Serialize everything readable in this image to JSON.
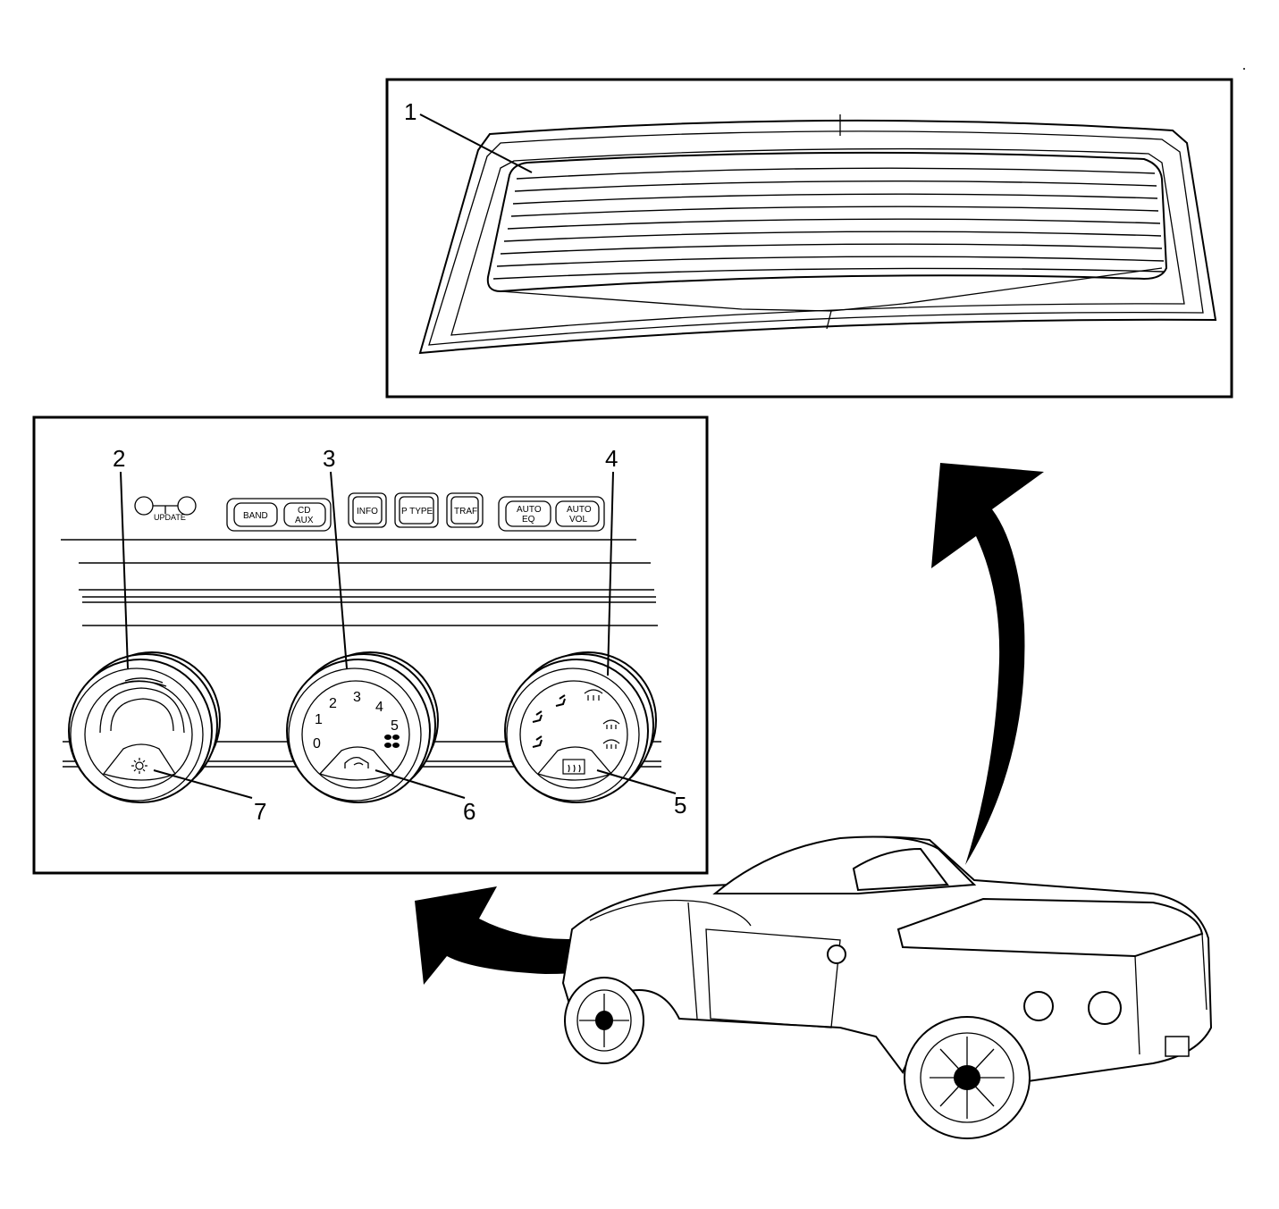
{
  "callouts": {
    "c1": "1",
    "c2": "2",
    "c3": "3",
    "c4": "4",
    "c5": "5",
    "c6": "6",
    "c7": "7"
  },
  "radio_buttons": {
    "update": "UPDATE",
    "band": "BAND",
    "cd_aux_line1": "CD",
    "cd_aux_line2": "AUX",
    "info": "INFO",
    "ptype": "P TYPE",
    "traf": "TRAF",
    "auto_eq_line1": "AUTO",
    "auto_eq_line2": "EQ",
    "auto_vol_line1": "AUTO",
    "auto_vol_line2": "VOL"
  },
  "fan_speeds": [
    "0",
    "1",
    "2",
    "3",
    "4",
    "5"
  ],
  "colors": {
    "line": "#000000",
    "background": "#ffffff"
  }
}
